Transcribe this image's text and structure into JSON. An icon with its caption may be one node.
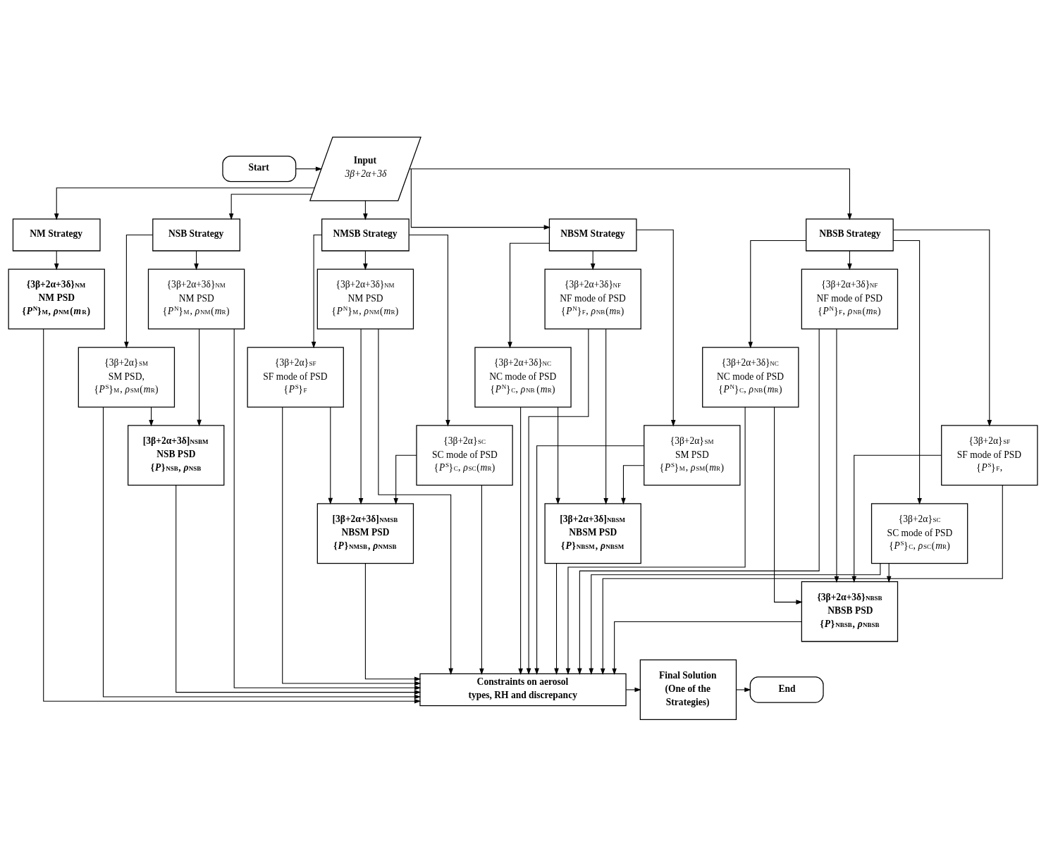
{
  "diagram": {
    "nodes": [
      {
        "text": [
          "Start"
        ]
      },
      {
        "text": [
          "Input",
          "3β+2α+3δ"
        ]
      },
      {
        "text": [
          "NM Strategy"
        ]
      },
      {
        "text": [
          "NSB Strategy"
        ]
      },
      {
        "text": [
          "NMSB Strategy"
        ]
      },
      {
        "text": [
          "NBSM Strategy"
        ]
      },
      {
        "text": [
          "NBSB Strategy"
        ]
      },
      {
        "text": [
          "{3β+2α+3δ}$_{NM}$",
          "NM PSD",
          "{*P*$^{N}$}$_{M}$, *ρ*$_{NM}$(*m*$_{R}$)"
        ]
      },
      {
        "text": [
          "{3β+2α+3δ}$_{NM}$",
          "NM PSD",
          "{*P*$^{N}$}$_{M}$, *ρ*$_{NM}$(*m*$_{R}$)"
        ]
      },
      {
        "text": [
          "{3β+2α}$_{SM}$",
          "SM PSD,",
          "{*P*$^{S}$}$_{M}$, *ρ*$_{SM}$(*m*$_{R}$)"
        ]
      },
      {
        "text": [
          "[3β+2α+3δ]$_{NSBM}$",
          "NSB PSD",
          "{*P*}$_{NSB}$, *ρ*$_{NSB}$"
        ]
      },
      {
        "text": [
          "{3β+2α+3δ}$_{NM}$",
          "NM PSD",
          "{*P*$^{N}$}$_{M}$, *ρ*$_{NM}$(*m*$_{R}$)"
        ]
      },
      {
        "text": [
          "{3β+2α}$_{SF}$",
          "SF mode of PSD",
          "{*P*$^{S}$}$_{F}$"
        ]
      },
      {
        "text": [
          "{3β+2α}$_{SC}$",
          "SC mode of PSD",
          "{*P*$^{S}$}$_{C}$, *ρ*$_{SC}$(*m*$_{R}$)"
        ]
      },
      {
        "text": [
          "[3β+2α+3δ]$_{NMSB}$",
          "NBSM PSD",
          "{*P*}$_{NMSB}$, *ρ*$_{NMSB}$"
        ]
      },
      {
        "text": [
          "{3β+2α+3δ}$_{NF}$",
          "NF mode of PSD",
          "{*P*$^{N}$}$_{F}$, *ρ*$_{NB}$(*m*$_{R}$)"
        ]
      },
      {
        "text": [
          "{3β+2α+3δ}$_{NC}$",
          "NC mode of PSD",
          "{*P*$^{N}$}$_{C}$, *ρ*$_{NB}$ (*m*$_{R}$)"
        ]
      },
      {
        "text": [
          "{3β+2α}$_{SM}$",
          "SM PSD",
          "{*P*$^{S}$}$_{M}$, *ρ*$_{SM}$(*m*$_{R}$)"
        ]
      },
      {
        "text": [
          "[3β+2α+3δ]$_{NBSM}$",
          "NBSM PSD",
          "{*P*}$_{NBSM}$, *ρ*$_{NBSM}$"
        ]
      },
      {
        "text": [
          "{3β+2α+3δ}$_{NF}$",
          "NF mode of PSD",
          "{*P*$^{N}$}$_{F}$, *ρ*$_{NB}$(*m*$_{R}$)"
        ]
      },
      {
        "text": [
          "{3β+2α+3δ}$_{NC}$",
          "NC mode of PSD",
          "{*P*$^{N}$}$_{C}$, *ρ*$_{NB}$(*m*$_{R}$)"
        ]
      },
      {
        "text": [
          "{3β+2α}$_{SF}$",
          "SF mode of PSD",
          "{*P*$^{S}$}$_{F}$,"
        ]
      },
      {
        "text": [
          "{3β+2α}$_{SC}$",
          "SC mode of PSD",
          "{*P*$^{S}$}$_{C}$, *ρ*$_{SC}$(*m*$_{R}$)"
        ]
      },
      {
        "text": [
          "{3β+2α+3δ}$_{NBSB}$",
          "NBSB PSD",
          "{*P*}$_{NBSB}$, *ρ*$_{NBSB}$"
        ]
      },
      {
        "text": [
          "End"
        ]
      },
      {
        "text": [
          "Final Solution (One of the Strategies)"
        ]
      },
      {
        "text": [
          "Constraints on aerosol types, RH and discrepancy"
        ]
      }
    ],
    "edges": [
      {
        "from": 0,
        "to": 1,
        "arrow": "to"
      },
      {
        "from": 1,
        "to": 2,
        "arrow": "to"
      },
      {
        "from": 1,
        "to": 3,
        "arrow": "to"
      },
      {
        "from": 1,
        "to": 4,
        "arrow": "to"
      },
      {
        "from": 1,
        "to": 5,
        "arrow": "to"
      },
      {
        "from": 1,
        "to": 6,
        "arrow": "to"
      },
      {
        "from": 2,
        "to": 7,
        "arrow": "to"
      },
      {
        "from": 7,
        "to": 26,
        "arrow": "to"
      },
      {
        "from": 3,
        "to": 8,
        "arrow": "to"
      },
      {
        "from": 3,
        "to": 9,
        "arrow": "to"
      },
      {
        "from": 8,
        "to": 10,
        "arrow": "to"
      },
      {
        "from": 9,
        "to": 10,
        "arrow": "to"
      },
      {
        "from": 8,
        "to": 26,
        "arrow": "to"
      },
      {
        "from": 9,
        "to": 26,
        "arrow": "to"
      },
      {
        "from": 10,
        "to": 26,
        "arrow": "to"
      },
      {
        "from": 4,
        "to": 11,
        "arrow": "to"
      },
      {
        "from": 4,
        "to": 12,
        "arrow": "to"
      },
      {
        "from": 4,
        "to": 13,
        "arrow": "to"
      },
      {
        "from": 11,
        "to": 14,
        "arrow": "to"
      },
      {
        "from": 12,
        "to": 14,
        "arrow": "to"
      },
      {
        "from": 13,
        "to": 14,
        "arrow": "to"
      },
      {
        "from": 11,
        "to": 26,
        "arrow": "to"
      },
      {
        "from": 12,
        "to": 26,
        "arrow": "to"
      },
      {
        "from": 13,
        "to": 26,
        "arrow": "to"
      },
      {
        "from": 14,
        "to": 26,
        "arrow": "to"
      },
      {
        "from": 5,
        "to": 15,
        "arrow": "to"
      },
      {
        "from": 5,
        "to": 16,
        "arrow": "to"
      },
      {
        "from": 5,
        "to": 17,
        "arrow": "to"
      },
      {
        "from": 15,
        "to": 18,
        "arrow": "to"
      },
      {
        "from": 16,
        "to": 18,
        "arrow": "to"
      },
      {
        "from": 17,
        "to": 18,
        "arrow": "to"
      },
      {
        "from": 15,
        "to": 26,
        "arrow": "to"
      },
      {
        "from": 16,
        "to": 26,
        "arrow": "to"
      },
      {
        "from": 17,
        "to": 26,
        "arrow": "to"
      },
      {
        "from": 18,
        "to": 26,
        "arrow": "to"
      },
      {
        "from": 6,
        "to": 19,
        "arrow": "to"
      },
      {
        "from": 6,
        "to": 20,
        "arrow": "to"
      },
      {
        "from": 6,
        "to": 21,
        "arrow": "to"
      },
      {
        "from": 6,
        "to": 22,
        "arrow": "to"
      },
      {
        "from": 19,
        "to": 23,
        "arrow": "to"
      },
      {
        "from": 20,
        "to": 23,
        "arrow": "to"
      },
      {
        "from": 21,
        "to": 23,
        "arrow": "to"
      },
      {
        "from": 22,
        "to": 23,
        "arrow": "to"
      },
      {
        "from": 19,
        "to": 26,
        "arrow": "to"
      },
      {
        "from": 20,
        "to": 26,
        "arrow": "to"
      },
      {
        "from": 21,
        "to": 26,
        "arrow": "to"
      },
      {
        "from": 22,
        "to": 26,
        "arrow": "to"
      },
      {
        "from": 23,
        "to": 26,
        "arrow": "to"
      },
      {
        "from": 26,
        "to": 25,
        "arrow": "to"
      },
      {
        "from": 25,
        "to": 24,
        "arrow": "to"
      }
    ]
  }
}
